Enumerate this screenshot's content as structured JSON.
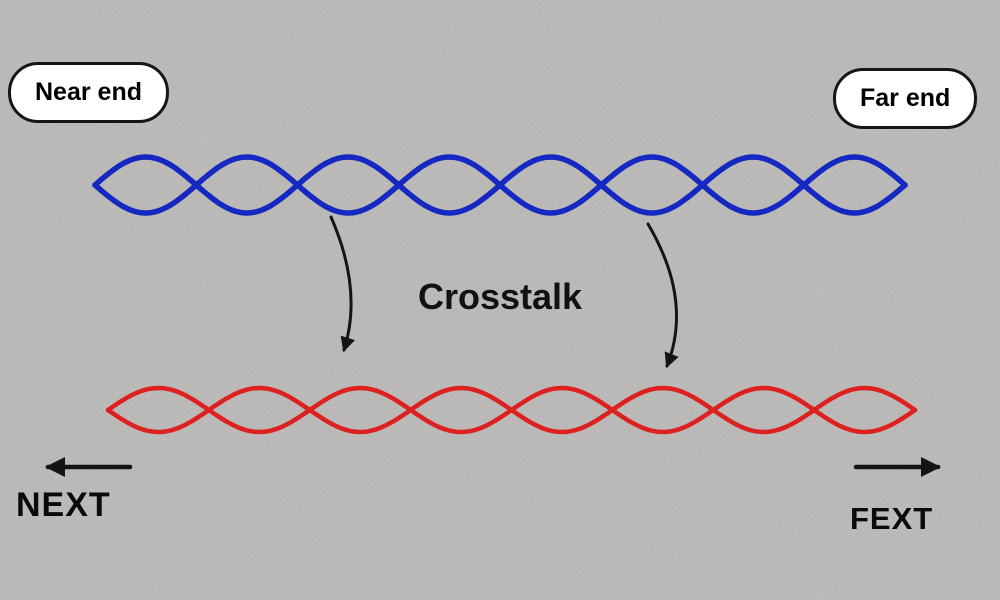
{
  "diagram": {
    "labels": {
      "near_end": "Near end",
      "far_end": "Far end",
      "crosstalk": "Crosstalk",
      "next": "NEXT",
      "fext": "FEXT"
    },
    "colors": {
      "top_pair": "#1528c2",
      "bottom_pair": "#dd2020",
      "arrows": "#141414",
      "label_border": "#161616",
      "label_background": "#ffffff",
      "background": "#d9d8d5",
      "text": "#000000"
    }
  }
}
